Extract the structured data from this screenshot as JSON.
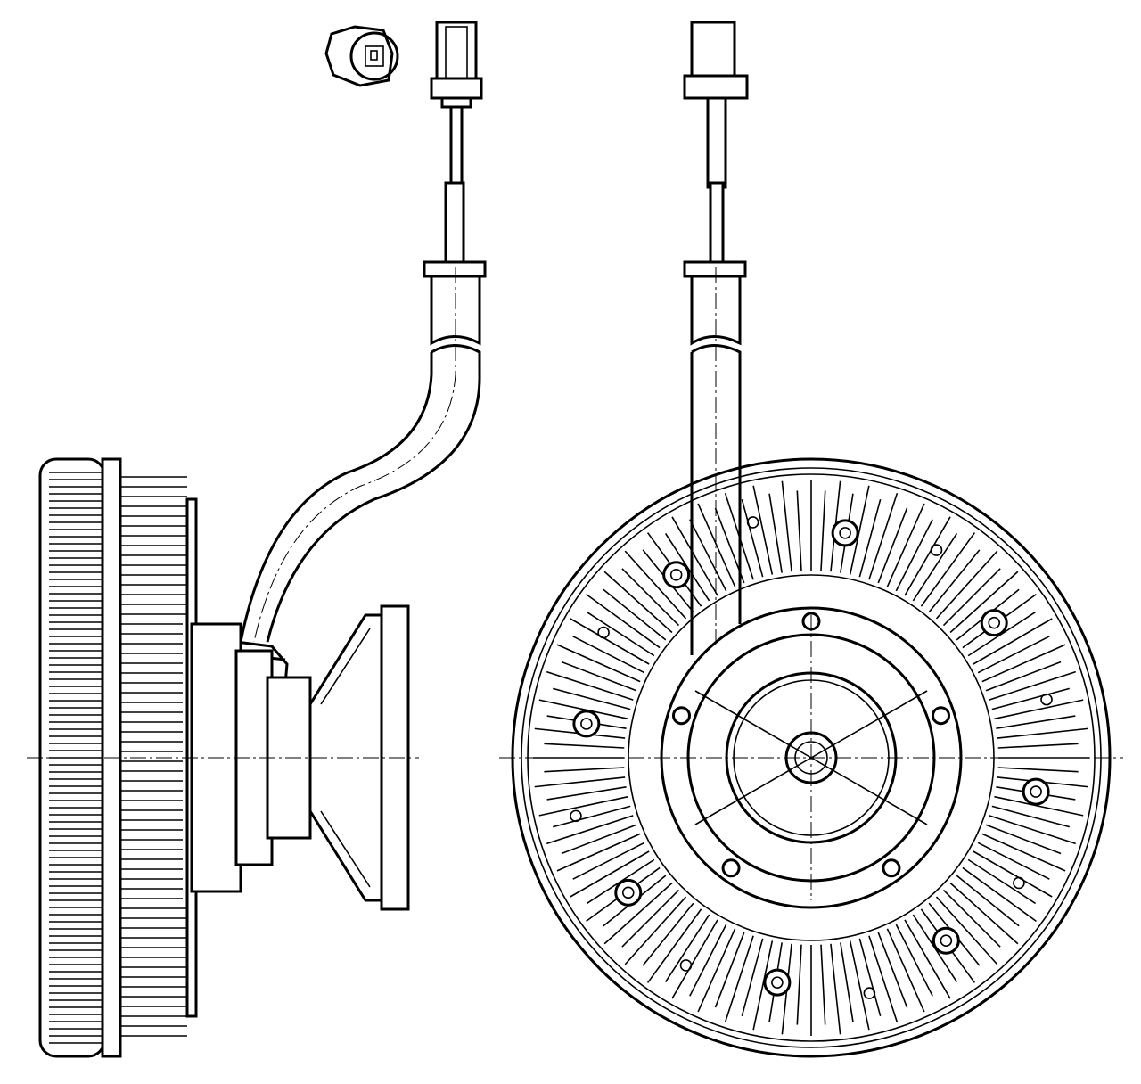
{
  "drawing": {
    "line_color": "#000000",
    "background_color": "#ffffff",
    "views": [
      "side-view",
      "front-view",
      "connector-end-view"
    ],
    "front_view": {
      "fin_count": 120,
      "mounting_hole_count": 8,
      "hub_bolt_count": 5
    }
  }
}
